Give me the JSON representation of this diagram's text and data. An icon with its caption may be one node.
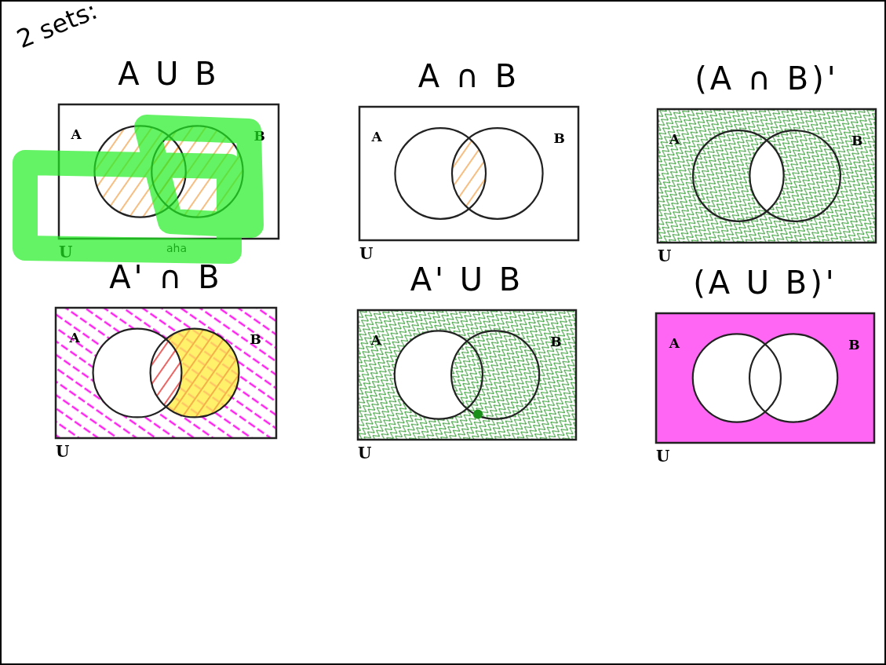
{
  "diagram": {
    "title": "2 sets:",
    "nodes": [
      {
        "text": [
          "A U B",
          "A",
          "B",
          "U"
        ]
      },
      {
        "text": [
          "A ∩ B",
          "A",
          "B",
          "U"
        ]
      },
      {
        "text": [
          "(A ∩ B)'",
          "A",
          "B",
          "U"
        ]
      },
      {
        "text": [
          "A' ∩ B",
          "A",
          "B",
          "U"
        ]
      },
      {
        "text": [
          "A' U B",
          "A",
          "B",
          "U"
        ]
      },
      {
        "text": [
          "(A U B)'",
          "A",
          "B",
          "U"
        ]
      }
    ],
    "edges": [],
    "labels": [
      "aha"
    ]
  }
}
